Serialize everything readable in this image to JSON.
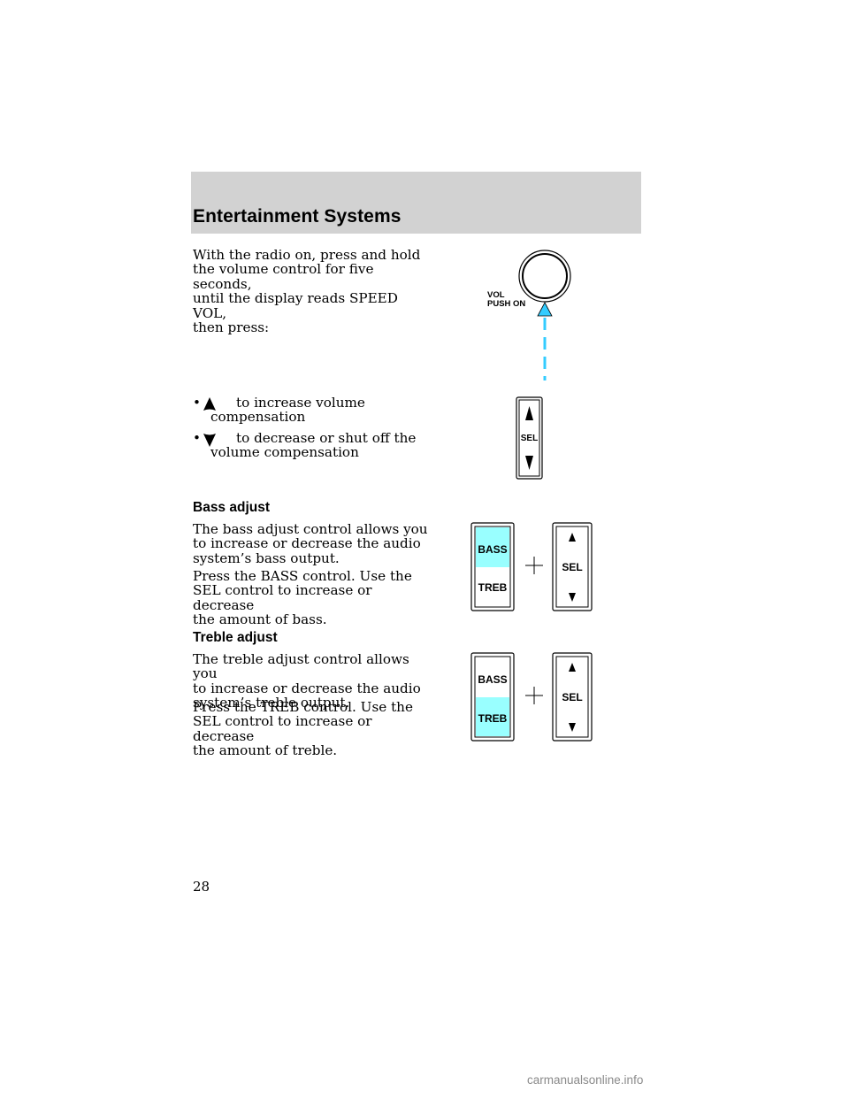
{
  "header": {
    "title": "Entertainment Systems"
  },
  "speed_vol": {
    "paragraph": "With the radio on, press and hold the volume control for five seconds, until the display reads SPEED VOL, then press:",
    "lines": [
      "With the radio on, press and hold",
      "the volume control for five seconds,",
      "until the display reads SPEED VOL,",
      "then press:"
    ],
    "bullets": [
      {
        "icon": "up-arrow-icon",
        "lines": [
          "to increase volume",
          "compensation"
        ]
      },
      {
        "icon": "down-arrow-icon",
        "lines": [
          "to decrease or shut off the",
          "volume compensation"
        ]
      }
    ],
    "figure_knob": {
      "label_line1": "VOL",
      "label_line2": "PUSH ON",
      "pointer_color": "#33ccff"
    },
    "figure_sel": {
      "label": "SEL"
    }
  },
  "bass": {
    "heading": "Bass adjust",
    "p1_lines": [
      "The bass adjust control allows you",
      "to increase or decrease the audio",
      "system’s bass output."
    ],
    "p2_lines": [
      "Press the BASS control. Use the",
      "SEL control to increase or decrease",
      "the amount of bass."
    ],
    "figure": {
      "top_label": "BASS",
      "bottom_label": "TREB",
      "sel_label": "SEL",
      "highlighted": "BASS",
      "highlight_color": "#99ffff"
    }
  },
  "treble": {
    "heading": "Treble adjust",
    "p1_lines": [
      "The treble adjust control allows you",
      "to increase or decrease the audio",
      "system’s treble output."
    ],
    "p2_lines": [
      "Press the TREB control. Use the",
      "SEL control to increase or decrease",
      "the amount of treble."
    ],
    "figure": {
      "top_label": "BASS",
      "bottom_label": "TREB",
      "sel_label": "SEL",
      "highlighted": "TREB",
      "highlight_color": "#99ffff"
    }
  },
  "page_number": "28",
  "watermark": "carmanualsonline.info"
}
